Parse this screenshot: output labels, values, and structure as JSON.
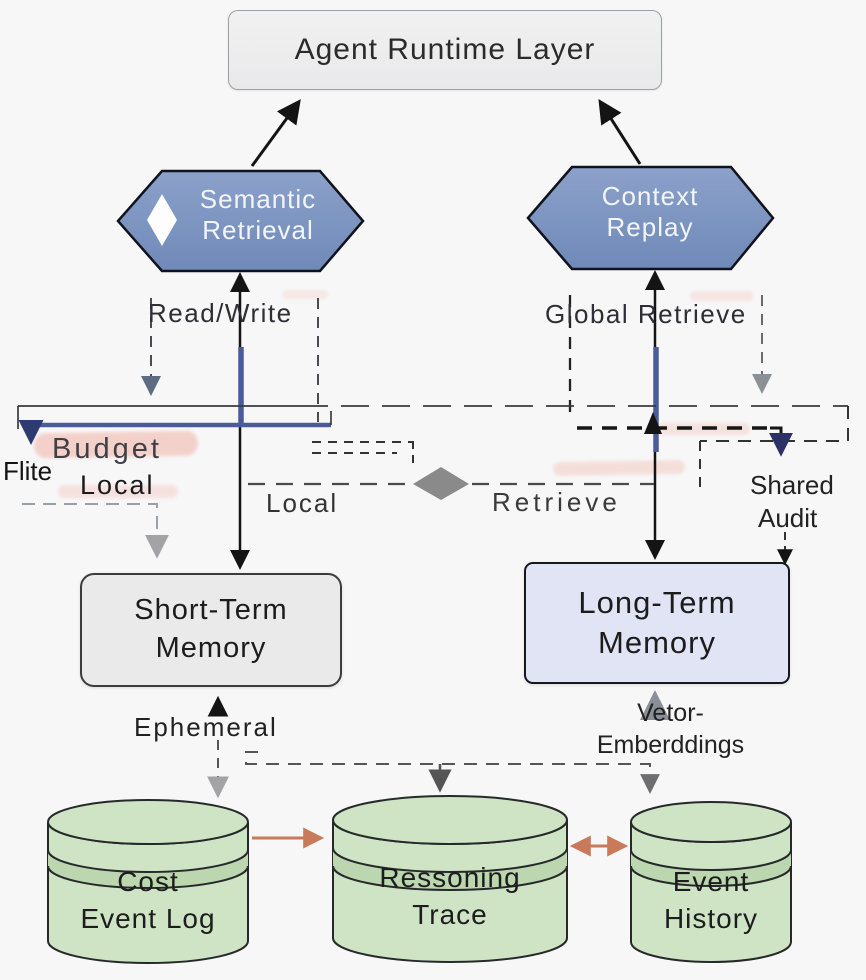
{
  "nodes": {
    "runtime": {
      "label": "Agent Runtime Layer"
    },
    "semantic_retrieval": {
      "line1": "Semantic",
      "line2": "Retrieval",
      "icon": "diamond-icon"
    },
    "context_replay": {
      "line1": "Context",
      "line2": "Replay"
    },
    "short_term_memory": {
      "line1": "Short-Term",
      "line2": "Memory"
    },
    "long_term_memory": {
      "line1": "Long-Term",
      "line2": "Memory"
    },
    "cost_event_log": {
      "line1": "Cost",
      "line2": "Event Log"
    },
    "reasoning_trace": {
      "line1": "Ressoning",
      "line2": "Trace"
    },
    "event_history": {
      "line1": "Event",
      "line2": "History"
    }
  },
  "edge_labels": {
    "read_write": "Read/Write",
    "global_retrieve": "Global Retrieve",
    "budget": "Budget",
    "flite": "Flite",
    "flite_local": "Local",
    "local": "Local",
    "retrieve": "Retrieve",
    "shared": "Shared",
    "audit": "Audit",
    "ephemeral": "Ephemeral",
    "vector_line1": "Vetor-",
    "vector_line2": "Emberddings"
  },
  "colors": {
    "hexagon_fill": "#7e95c1",
    "hexagon_border": "#10131c",
    "short_term_fill": "#eaeaeb",
    "long_term_fill": "#e0e4f4",
    "cylinder_fill": "#cfe3c5",
    "cylinder_band": "#bcd6b0",
    "blue_line": "#4a5a9b",
    "orange_arrow": "#c87a5b",
    "highlight_pink": "#f3cbc2"
  }
}
